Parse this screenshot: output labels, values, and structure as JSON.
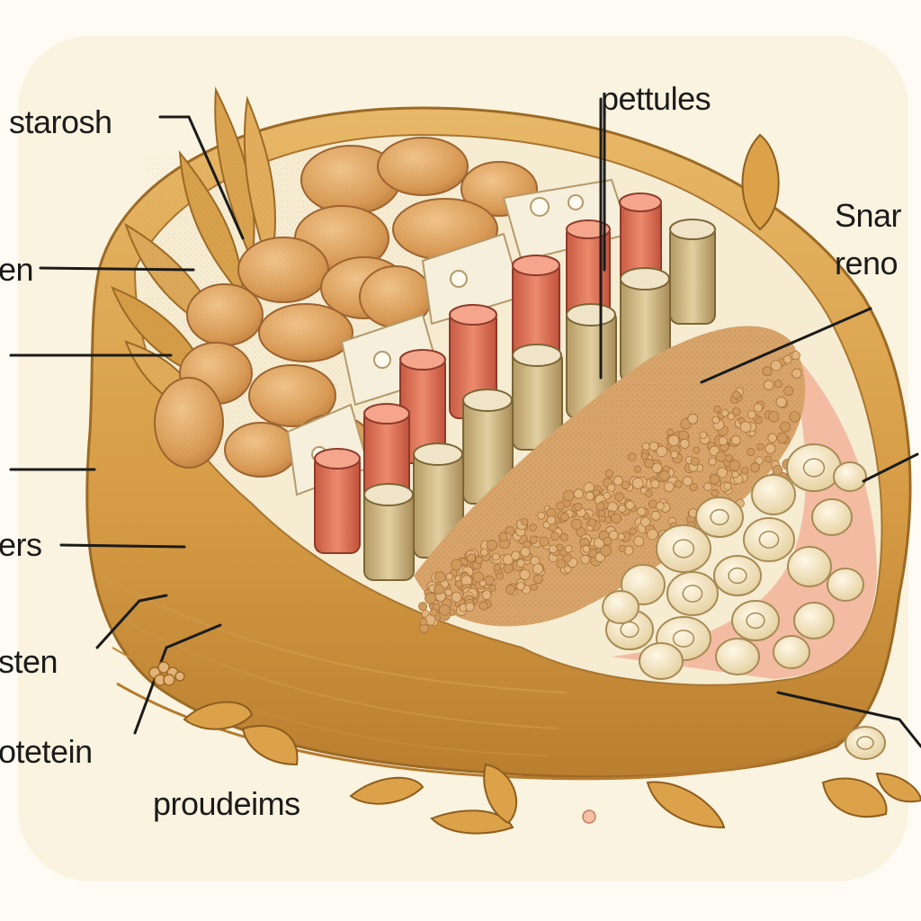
{
  "labels": {
    "starosh": "starosh",
    "en": "en",
    "ers": "ers",
    "sten": "sten",
    "protetein": "otetein",
    "produeims": "proudeims",
    "pettules": "pettules",
    "snar": "Snar",
    "reno": "reno"
  },
  "colors": {
    "background": "#fdfbf3",
    "husk": "#d9a24f",
    "starch_granule": "#dba25f",
    "fiber_tube": "#e47b60",
    "fiber_core": "#efe4c8",
    "protein_bead": "#d7a46b",
    "cell_globule": "#f2e5c4",
    "rim_tissue": "#f2b49a",
    "leader_line": "#1b1b1b"
  },
  "icons": [
    "grain-seed-icon",
    "wheat-bract-icon"
  ]
}
